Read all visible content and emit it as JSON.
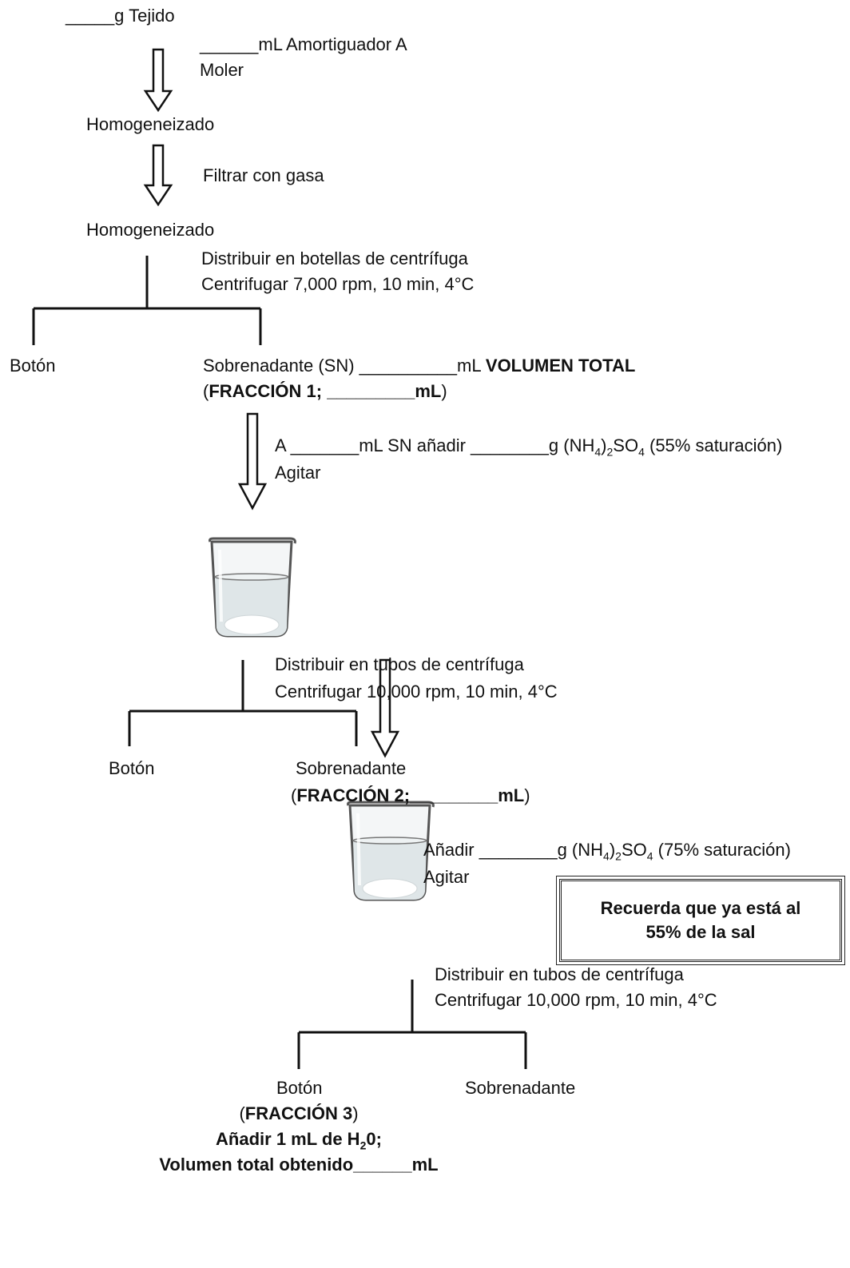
{
  "steps": {
    "tissue": "_____g  Tejido",
    "buffer": "______mL Amortiguador A",
    "grind": "Moler",
    "homog1": "Homogeneizado",
    "filter": "Filtrar con gasa",
    "homog2": "Homogeneizado",
    "dist1": "Distribuir en botellas de centrífuga",
    "cent1": "Centrifugar 7,000 rpm, 10 min, 4°C",
    "pellet1": "Botón",
    "sn1_a": "Sobrenadante (SN) __________mL ",
    "sn1_b": "VOLUMEN TOTAL",
    "frac1_open": "(",
    "frac1_bold": "FRACCIÓN 1; _________mL",
    "frac1_close": ")",
    "add1_a": "A _______mL SN añadir ________g (NH",
    "add1_sub1": "4",
    "add1_mid": ")",
    "add1_sub2": "2",
    "add1_b": "SO",
    "add1_sub3": "4",
    "add1_c": " (55% saturación)",
    "agitate1": "Agitar",
    "dist2": "Distribuir en tubos de centrífuga",
    "cent2": "Centrifugar 10,000 rpm, 10 min, 4°C",
    "pellet2": "Botón",
    "sn2": "Sobrenadante",
    "frac2_open": "(",
    "frac2_bold": "FRACCIÓN 2;_________mL",
    "frac2_close": ")",
    "add2_a": "Añadir ________g  (NH",
    "add2_sub1": "4",
    "add2_mid": ")",
    "add2_sub2": "2",
    "add2_b": "SO",
    "add2_sub3": "4",
    "add2_c": " (75% saturación)",
    "agitate2": "Agitar",
    "note_line1": "Recuerda que ya está al",
    "note_line2": "55% de la sal",
    "dist3": "Distribuir en tubos de centrífuga",
    "cent3": "Centrifugar 10,000 rpm, 10 min, 4°C",
    "pellet3": "Botón",
    "sn3": "Sobrenadante",
    "frac3_open": "(",
    "frac3_bold": "FRACCIÓN 3",
    "frac3_close": ")",
    "water_a": "Añadir 1 mL de H",
    "water_sub": "2",
    "water_b": "0;",
    "total": "Volumen total obtenido______mL"
  },
  "colors": {
    "line": "#111111",
    "beaker_liquid": "#dfe6e8",
    "beaker_glass": "#f4f6f7"
  },
  "icons": {
    "arrow": "hollow-down-arrow-icon",
    "beaker": "beaker-icon"
  }
}
